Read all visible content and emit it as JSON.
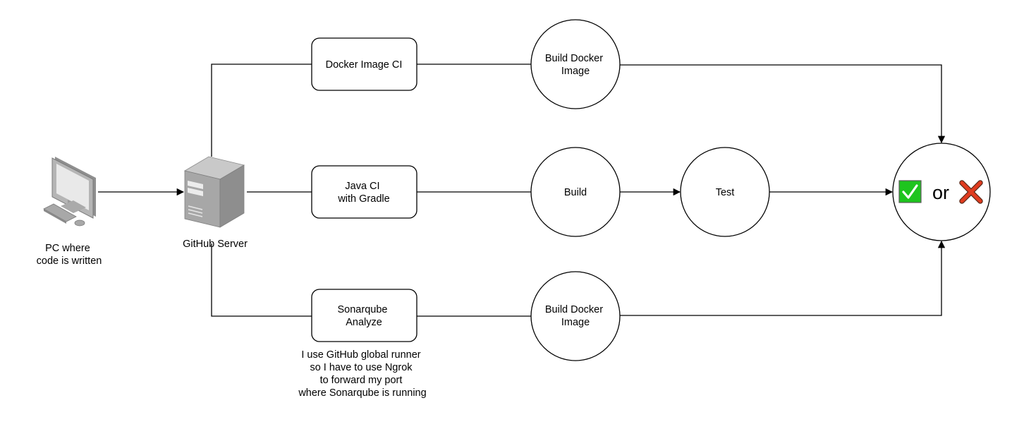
{
  "nodes": {
    "pc_label": [
      "PC where",
      "code is written"
    ],
    "server_label": [
      "GitHub Server"
    ],
    "docker_ci": [
      "Docker Image CI"
    ],
    "java_ci": [
      "Java CI",
      "with Gradle"
    ],
    "sonar": [
      "Sonarqube",
      "Analyze"
    ],
    "build_docker_top": [
      "Build Docker",
      "Image"
    ],
    "build": [
      "Build"
    ],
    "test": [
      "Test"
    ],
    "build_docker_bottom": [
      "Build Docker",
      "Image"
    ],
    "result_or": "or",
    "note": [
      "I use GitHub global runner",
      "so I have to use Ngrok",
      "to forward my port",
      "where Sonarqube is running"
    ]
  },
  "colors": {
    "check_green": "#1ec41e",
    "cross_red": "#e03b1f",
    "computer_gray": "#9a9a9a"
  }
}
